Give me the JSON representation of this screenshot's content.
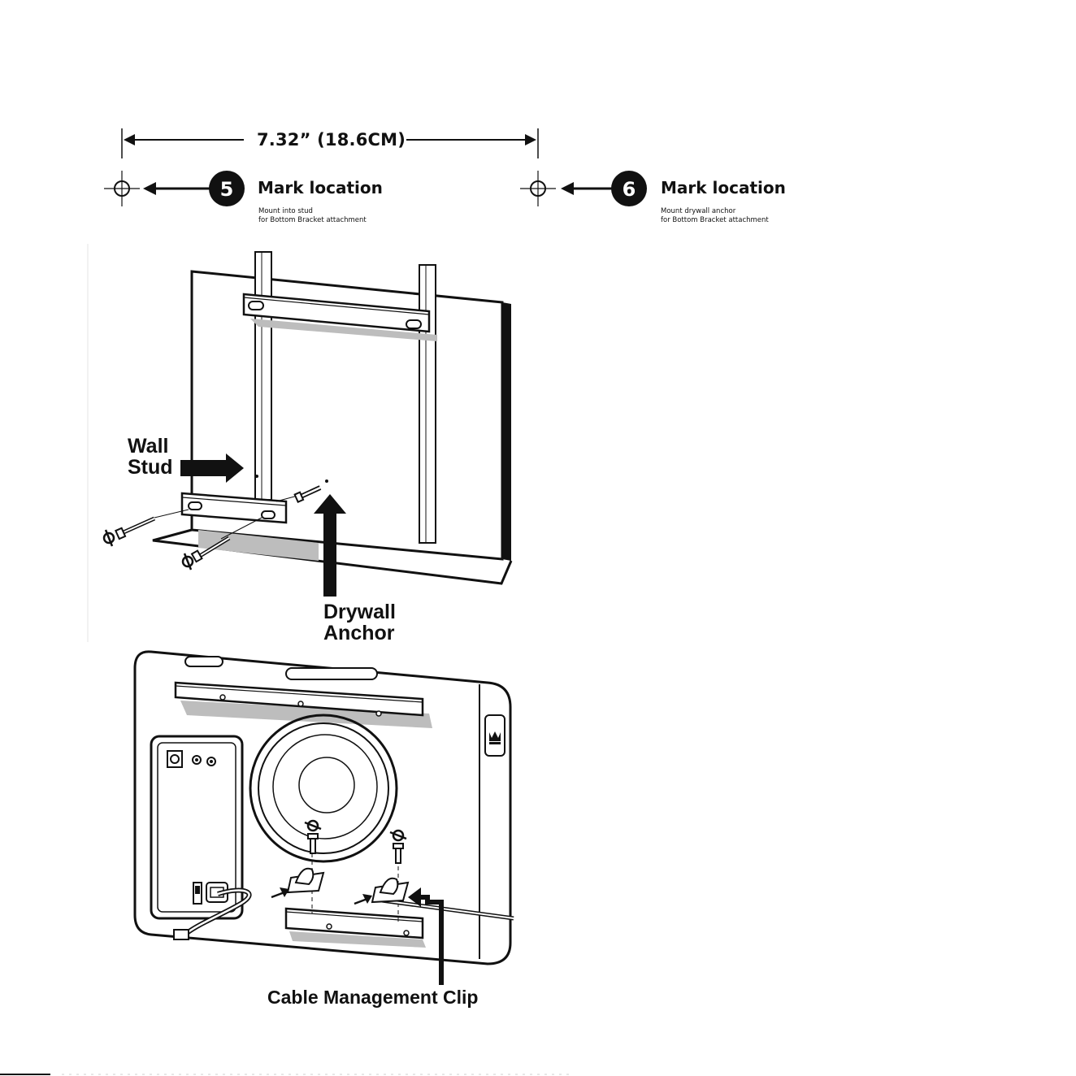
{
  "dimension": {
    "label": "7.32”  (18.6CM)"
  },
  "steps": [
    {
      "number": "5",
      "title": "Mark location",
      "note_line1": "Mount into stud",
      "note_line2": "for Bottom Bracket attachment"
    },
    {
      "number": "6",
      "title": "Mark location",
      "note_line1": "Mount drywall anchor",
      "note_line2": "for Bottom Bracket attachment"
    }
  ],
  "callouts": {
    "wall_stud_line1": "Wall",
    "wall_stud_line2": "Stud",
    "drywall_anchor_line1": "Drywall",
    "drywall_anchor_line2": "Anchor",
    "cable_clip": "Cable Management Clip"
  },
  "icons": [
    "crosshair-icon",
    "arrow-left-icon",
    "arrow-right-icon",
    "arrow-up-icon",
    "screwdriver-rotate-icon",
    "crown-logo-icon",
    "power-switch-icon",
    "power-socket-icon"
  ],
  "colors": {
    "ink": "#111111",
    "shadow": "#bdbdbd",
    "paper": "#ffffff"
  }
}
